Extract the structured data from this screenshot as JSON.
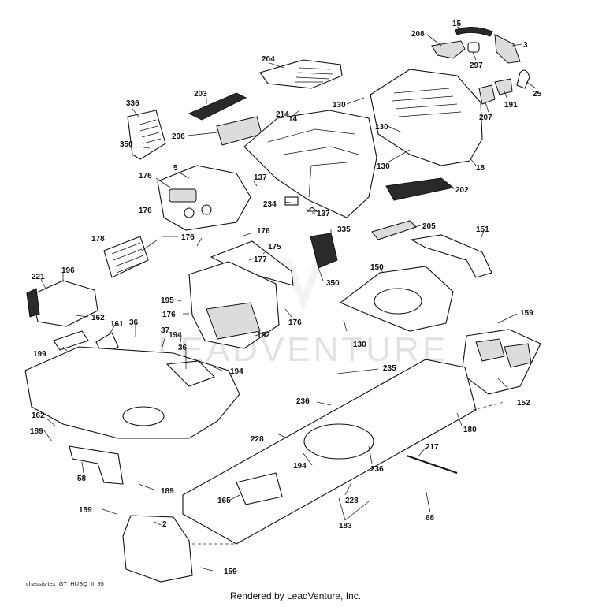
{
  "diagram": {
    "code_label": "chassis-tex_GT_HUSQ_II_95",
    "footer": "Rendered by LeadVenture, Inc.",
    "watermark": "LEADVENTURE",
    "callouts": [
      {
        "id": "c15",
        "text": "15"
      },
      {
        "id": "c208",
        "text": "208"
      },
      {
        "id": "c297",
        "text": "297"
      },
      {
        "id": "c3",
        "text": "3"
      },
      {
        "id": "c204",
        "text": "204"
      },
      {
        "id": "c25",
        "text": "25"
      },
      {
        "id": "c191",
        "text": "191"
      },
      {
        "id": "c207",
        "text": "207"
      },
      {
        "id": "c336",
        "text": "336"
      },
      {
        "id": "c203",
        "text": "203"
      },
      {
        "id": "c214",
        "text": "214"
      },
      {
        "id": "c130a",
        "text": "130"
      },
      {
        "id": "c14",
        "text": "14"
      },
      {
        "id": "c206",
        "text": "206"
      },
      {
        "id": "c130b",
        "text": "130"
      },
      {
        "id": "c350a",
        "text": "350"
      },
      {
        "id": "c130c",
        "text": "130"
      },
      {
        "id": "c18",
        "text": "18"
      },
      {
        "id": "c5",
        "text": "5"
      },
      {
        "id": "c176a",
        "text": "176"
      },
      {
        "id": "c137a",
        "text": "137"
      },
      {
        "id": "c202",
        "text": "202"
      },
      {
        "id": "c234",
        "text": "234"
      },
      {
        "id": "c137b",
        "text": "137"
      },
      {
        "id": "c176b",
        "text": "176"
      },
      {
        "id": "c205",
        "text": "205"
      },
      {
        "id": "c151",
        "text": "151"
      },
      {
        "id": "c178",
        "text": "178"
      },
      {
        "id": "c176c",
        "text": "176"
      },
      {
        "id": "c176d",
        "text": "176"
      },
      {
        "id": "c335",
        "text": "335"
      },
      {
        "id": "c175",
        "text": "175"
      },
      {
        "id": "c177",
        "text": "177"
      },
      {
        "id": "c150",
        "text": "150"
      },
      {
        "id": "c221",
        "text": "221"
      },
      {
        "id": "c196",
        "text": "196"
      },
      {
        "id": "c350b",
        "text": "350"
      },
      {
        "id": "c195",
        "text": "195"
      },
      {
        "id": "c176e",
        "text": "176"
      },
      {
        "id": "c176f",
        "text": "176"
      },
      {
        "id": "c162a",
        "text": "162"
      },
      {
        "id": "c37",
        "text": "37"
      },
      {
        "id": "c161",
        "text": "161"
      },
      {
        "id": "c36a",
        "text": "36"
      },
      {
        "id": "c194a",
        "text": "194"
      },
      {
        "id": "c182",
        "text": "182"
      },
      {
        "id": "c159a",
        "text": "159"
      },
      {
        "id": "c130d",
        "text": "130"
      },
      {
        "id": "c199",
        "text": "199"
      },
      {
        "id": "c36b",
        "text": "36"
      },
      {
        "id": "c235",
        "text": "235"
      },
      {
        "id": "c194b",
        "text": "194"
      },
      {
        "id": "c152",
        "text": "152"
      },
      {
        "id": "c236a",
        "text": "236"
      },
      {
        "id": "c162b",
        "text": "162"
      },
      {
        "id": "c180",
        "text": "180"
      },
      {
        "id": "c189a",
        "text": "189"
      },
      {
        "id": "c228a",
        "text": "228"
      },
      {
        "id": "c217",
        "text": "217"
      },
      {
        "id": "c194c",
        "text": "194"
      },
      {
        "id": "c236b",
        "text": "236"
      },
      {
        "id": "c58",
        "text": "58"
      },
      {
        "id": "c189b",
        "text": "189"
      },
      {
        "id": "c228b",
        "text": "228"
      },
      {
        "id": "c165",
        "text": "165"
      },
      {
        "id": "c68",
        "text": "68"
      },
      {
        "id": "c159b",
        "text": "159"
      },
      {
        "id": "c183",
        "text": "183"
      },
      {
        "id": "c2",
        "text": "2"
      },
      {
        "id": "c159c",
        "text": "159"
      }
    ]
  }
}
